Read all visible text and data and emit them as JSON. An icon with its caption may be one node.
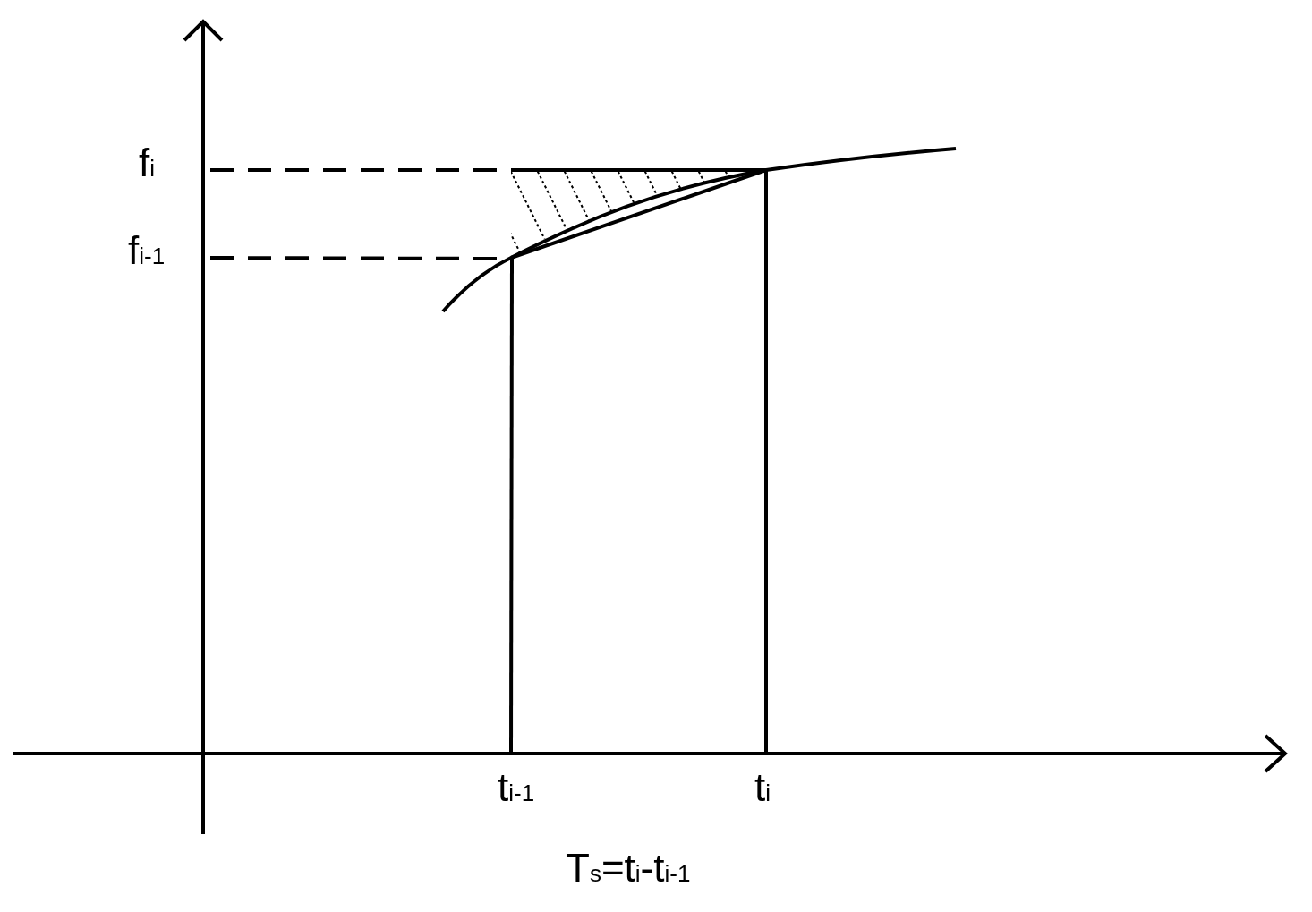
{
  "diagram": {
    "labels": [
      "f$_{i}$",
      "f$_{i-1}$",
      "t$_{i-1}$",
      "t$_{i}$",
      "T$_{s}$=t$_{i}$-t$_{i-1}$"
    ]
  }
}
